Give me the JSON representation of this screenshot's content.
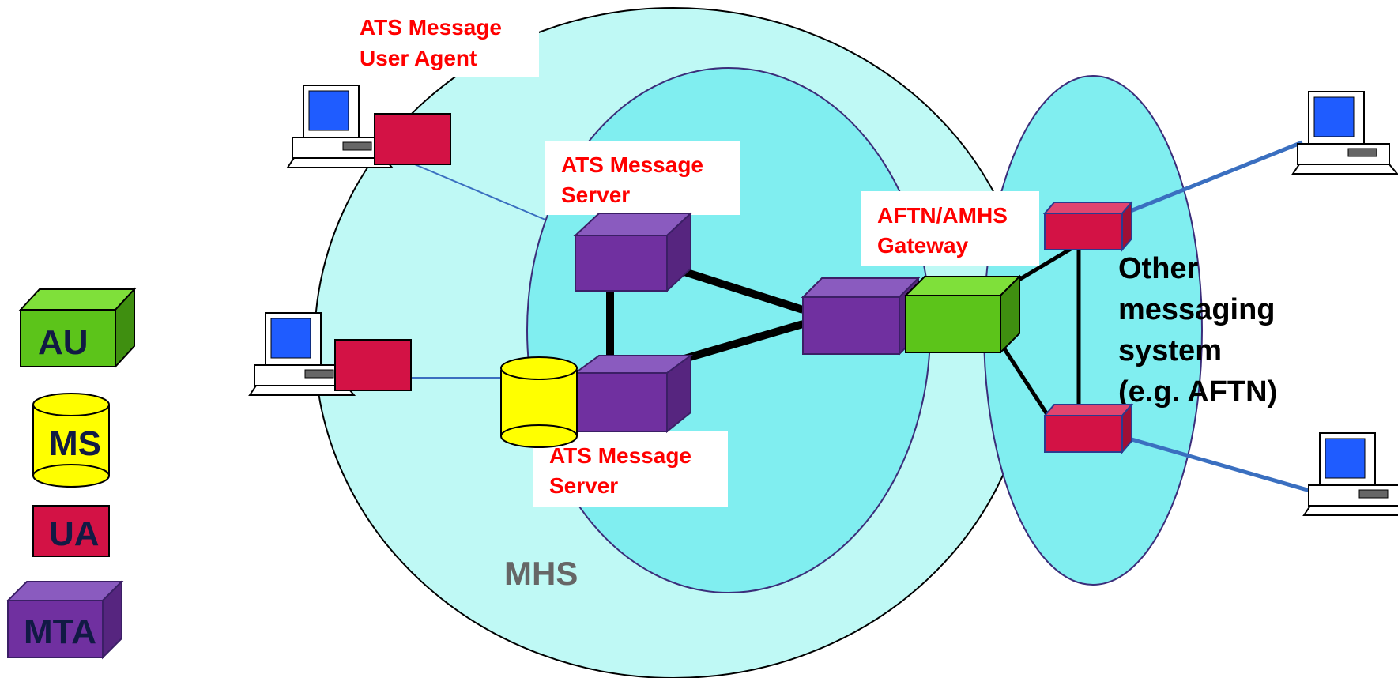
{
  "labels": {
    "ua_top": [
      "ATS Message",
      "User Agent"
    ],
    "server_top": [
      "ATS Message",
      "Server"
    ],
    "server_bottom": [
      "ATS Message",
      "Server"
    ],
    "gateway": [
      "AFTN/AMHS",
      "Gateway"
    ],
    "other_system": [
      "Other",
      "messaging",
      "system",
      "(e.g. AFTN)"
    ],
    "mhs": "MHS"
  },
  "legend": {
    "au": "AU",
    "ms": "MS",
    "ua": "UA",
    "mta": "MTA"
  },
  "colors": {
    "outer_domain": "#bff9f5",
    "inner_domain": "#80eef0",
    "ua_red": "#d31245",
    "mta_purple": "#7030a0",
    "au_green": "#5cc41a",
    "ms_yellow": "#ffff00",
    "label_red": "#ff0000",
    "link_blue": "#3a6fc0",
    "screen_blue": "#1f5cff"
  }
}
